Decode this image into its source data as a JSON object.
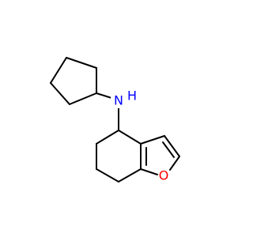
{
  "molecule": {
    "atoms": {
      "nitrogen": {
        "symbol": "N",
        "hydrogen": "H",
        "color": "#0000ff"
      },
      "oxygen": {
        "symbol": "O",
        "color": "#ff0000"
      }
    },
    "bond_color": "#000000"
  }
}
